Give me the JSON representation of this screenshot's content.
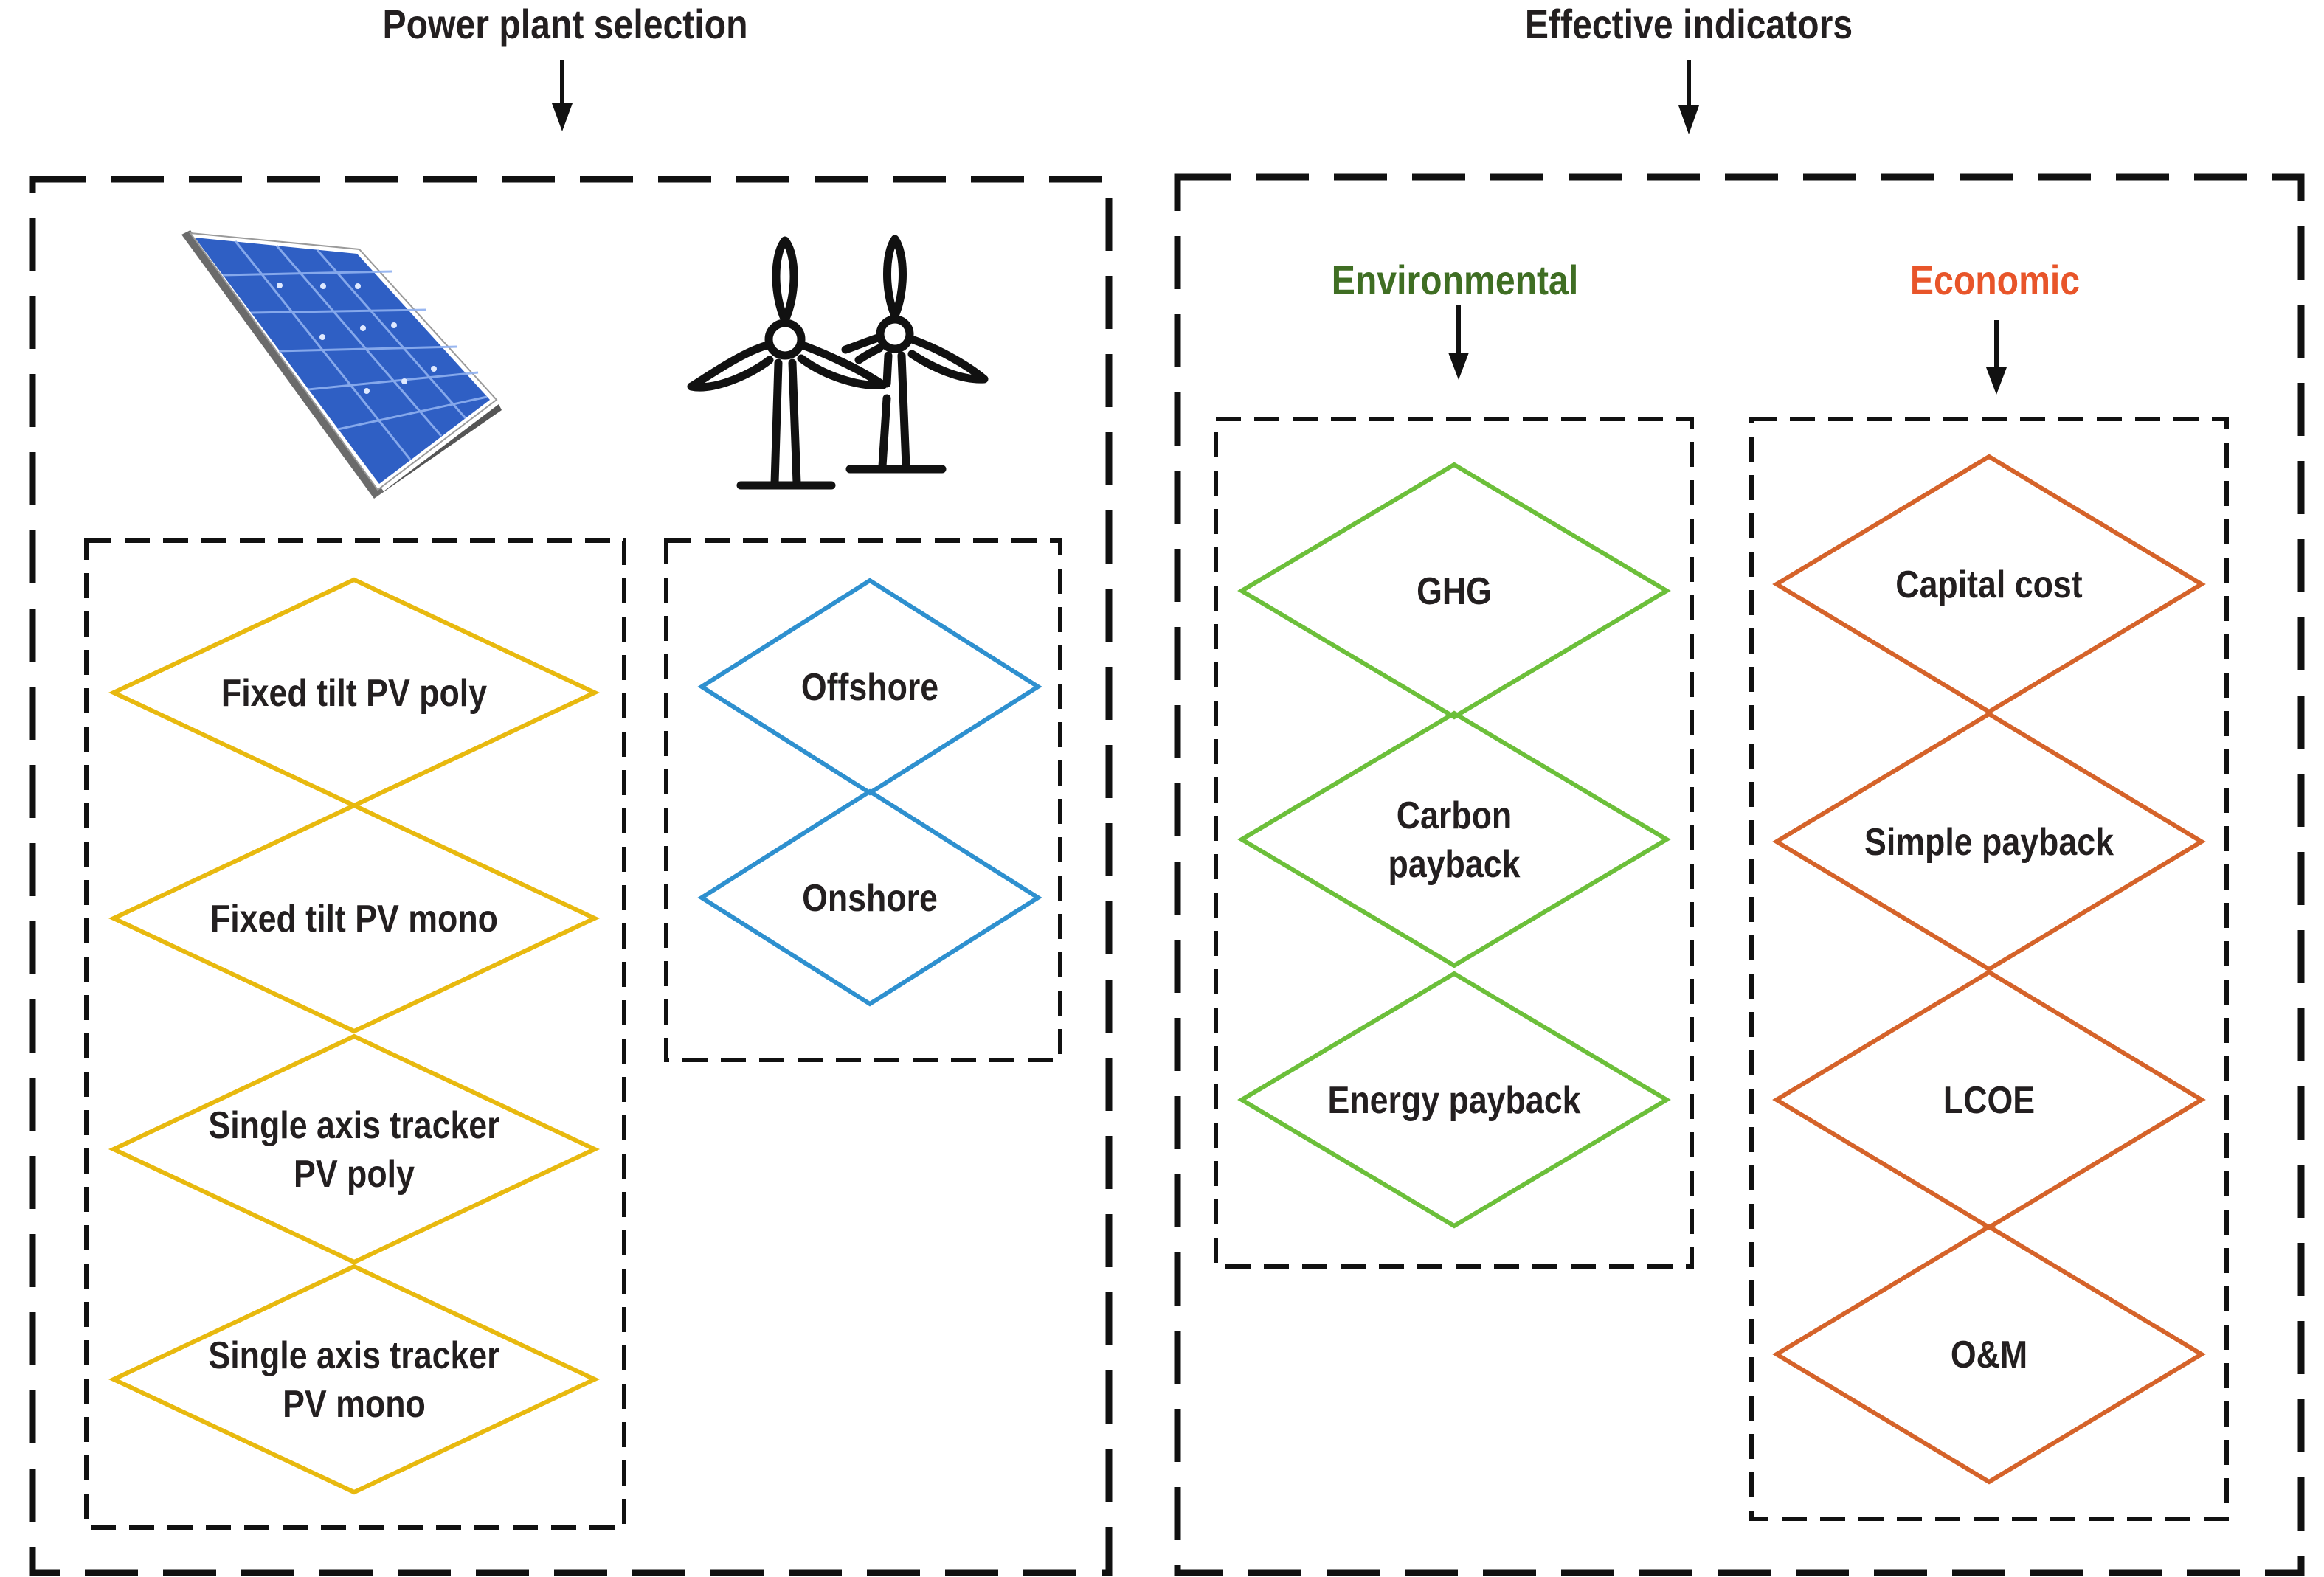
{
  "diagram": {
    "title": "Power plant selection and effective indicators",
    "left_section": {
      "heading": "Power plant selection",
      "icons": [
        "solar-panel-icon",
        "wind-turbine-icon"
      ],
      "groups": [
        {
          "id": "solar",
          "color": "#e8b90f",
          "items": [
            {
              "lines": [
                "Fixed tilt PV poly"
              ]
            },
            {
              "lines": [
                "Fixed tilt PV mono"
              ]
            },
            {
              "lines": [
                "Single axis tracker",
                "PV poly"
              ]
            },
            {
              "lines": [
                "Single axis tracker",
                "PV mono"
              ]
            }
          ]
        },
        {
          "id": "wind",
          "color": "#2e90cf",
          "items": [
            {
              "lines": [
                "Offshore"
              ]
            },
            {
              "lines": [
                "Onshore"
              ]
            }
          ]
        }
      ]
    },
    "right_section": {
      "heading": "Effective indicators",
      "groups": [
        {
          "id": "environmental",
          "label": "Environmental",
          "label_color": "#3f6e23",
          "color": "#6cbf3a",
          "items": [
            {
              "lines": [
                "GHG"
              ]
            },
            {
              "lines": [
                "Carbon",
                "payback"
              ]
            },
            {
              "lines": [
                "Energy payback"
              ]
            }
          ]
        },
        {
          "id": "economic",
          "label": "Economic",
          "label_color": "#e8552a",
          "color": "#d5632a",
          "items": [
            {
              "lines": [
                "Capital cost"
              ]
            },
            {
              "lines": [
                "Simple payback"
              ]
            },
            {
              "lines": [
                "LCOE"
              ]
            },
            {
              "lines": [
                "O&M"
              ]
            }
          ]
        }
      ]
    },
    "colors": {
      "text": "#231f20",
      "box_stroke": "#111111",
      "solar_panel_blue": "#2f5fc4"
    }
  }
}
